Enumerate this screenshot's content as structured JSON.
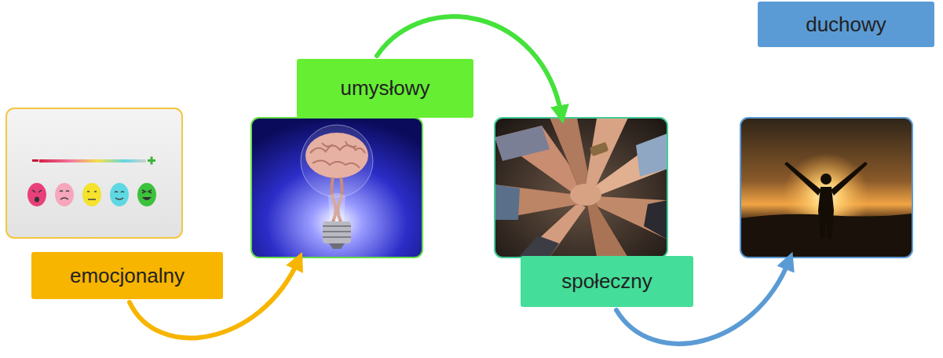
{
  "diagram": {
    "nodes": [
      {
        "text": [
          "emocjonalny"
        ]
      },
      {
        "text": [
          "umysłowy"
        ]
      },
      {
        "text": [
          "społeczny"
        ]
      },
      {
        "text": [
          "duchowy"
        ]
      }
    ],
    "edges": [
      {
        "from": 0,
        "to": 1,
        "arrow": "to"
      },
      {
        "from": 1,
        "to": 2,
        "arrow": "to"
      },
      {
        "from": 2,
        "to": 3,
        "arrow": "to"
      }
    ]
  }
}
